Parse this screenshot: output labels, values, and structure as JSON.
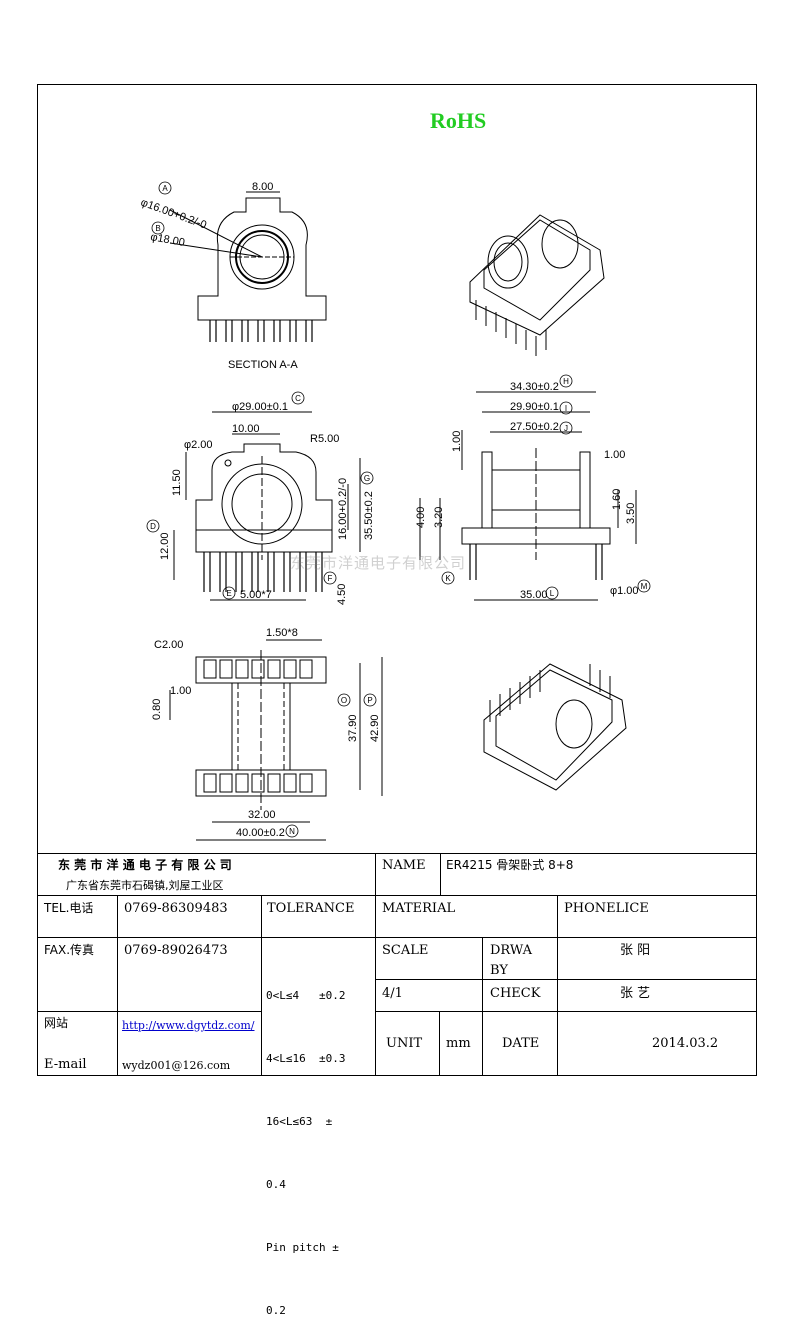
{
  "header": {
    "rohs": "RoHS"
  },
  "drawing": {
    "section_label": "SECTION A-A",
    "watermark": "东莞市洋通电子有限公司",
    "dims": {
      "top_width": "8.00",
      "a_dia": "φ16.00+0.2/-0",
      "b_dia": "φ18.00",
      "c_dia": "φ29.00±0.1",
      "d2": "φ2.00",
      "w10": "10.00",
      "r5": "R5.00",
      "h1150": "11.50",
      "g_dim": "16.00+0.2/-0",
      "h3550": "35.50±0.2",
      "h1200": "12.00",
      "e_dim": "5.00*7",
      "f_dim": "4.50",
      "h_dim": "34.30±0.2",
      "i_dim": "29.90±0.1",
      "j_dim": "27.50±0.2",
      "v100a": "1.00",
      "v100b": "1.00",
      "h400": "4.00",
      "h320": "3.20",
      "h160": "1.60",
      "h350": "3.50",
      "l_dim": "35.00",
      "m_dim": "φ1.00",
      "c200": "C2.00",
      "p150": "1.50*8",
      "b100": "1.00",
      "b080": "0.80",
      "o_dim": "37.90",
      "p_dim": "42.90",
      "w32": "32.00",
      "n_dim": "40.00±0.2"
    },
    "callouts": [
      "A",
      "B",
      "C",
      "D",
      "E",
      "F",
      "G",
      "H",
      "I",
      "J",
      "K",
      "L",
      "M",
      "N",
      "O",
      "P"
    ]
  },
  "title_block": {
    "company": "东 莞 市 洋 通 电 子 有 限 公 司",
    "address": "广东省东莞市石碣镇,刘屋工业区",
    "name_label": "NAME",
    "name_value": "ER4215 骨架卧式 8+8",
    "tel_label": "TEL.电话",
    "tel_value": "0769-86309483",
    "tolerance_label": "TOLERANCE",
    "material_label": "MATERIAL",
    "material_value": "PHONELICE",
    "fax_label": "FAX.传真",
    "fax_value": "0769-89026473",
    "tolerance_lines": [
      "0<L≤4   ±0.2",
      "4<L≤16  ±0.3",
      "16<L≤63  ±",
      "0.4",
      "Pin pitch ±",
      "0.2"
    ],
    "scale_label": "SCALE",
    "drawn_label_1": "DRWA",
    "drawn_label_2": "BY",
    "drawn_value": "张 阳",
    "scale_value": "4/1",
    "check_label": "CHECK",
    "check_value": "张 艺",
    "web_label": "网站",
    "web_value": "http://www.dgytdz.com/",
    "email_label": "E-mail",
    "email_value": "wydz001@126.com",
    "unit_label": "UNIT",
    "unit_value": "mm",
    "date_label": "DATE",
    "date_value": "2014.03.2"
  }
}
